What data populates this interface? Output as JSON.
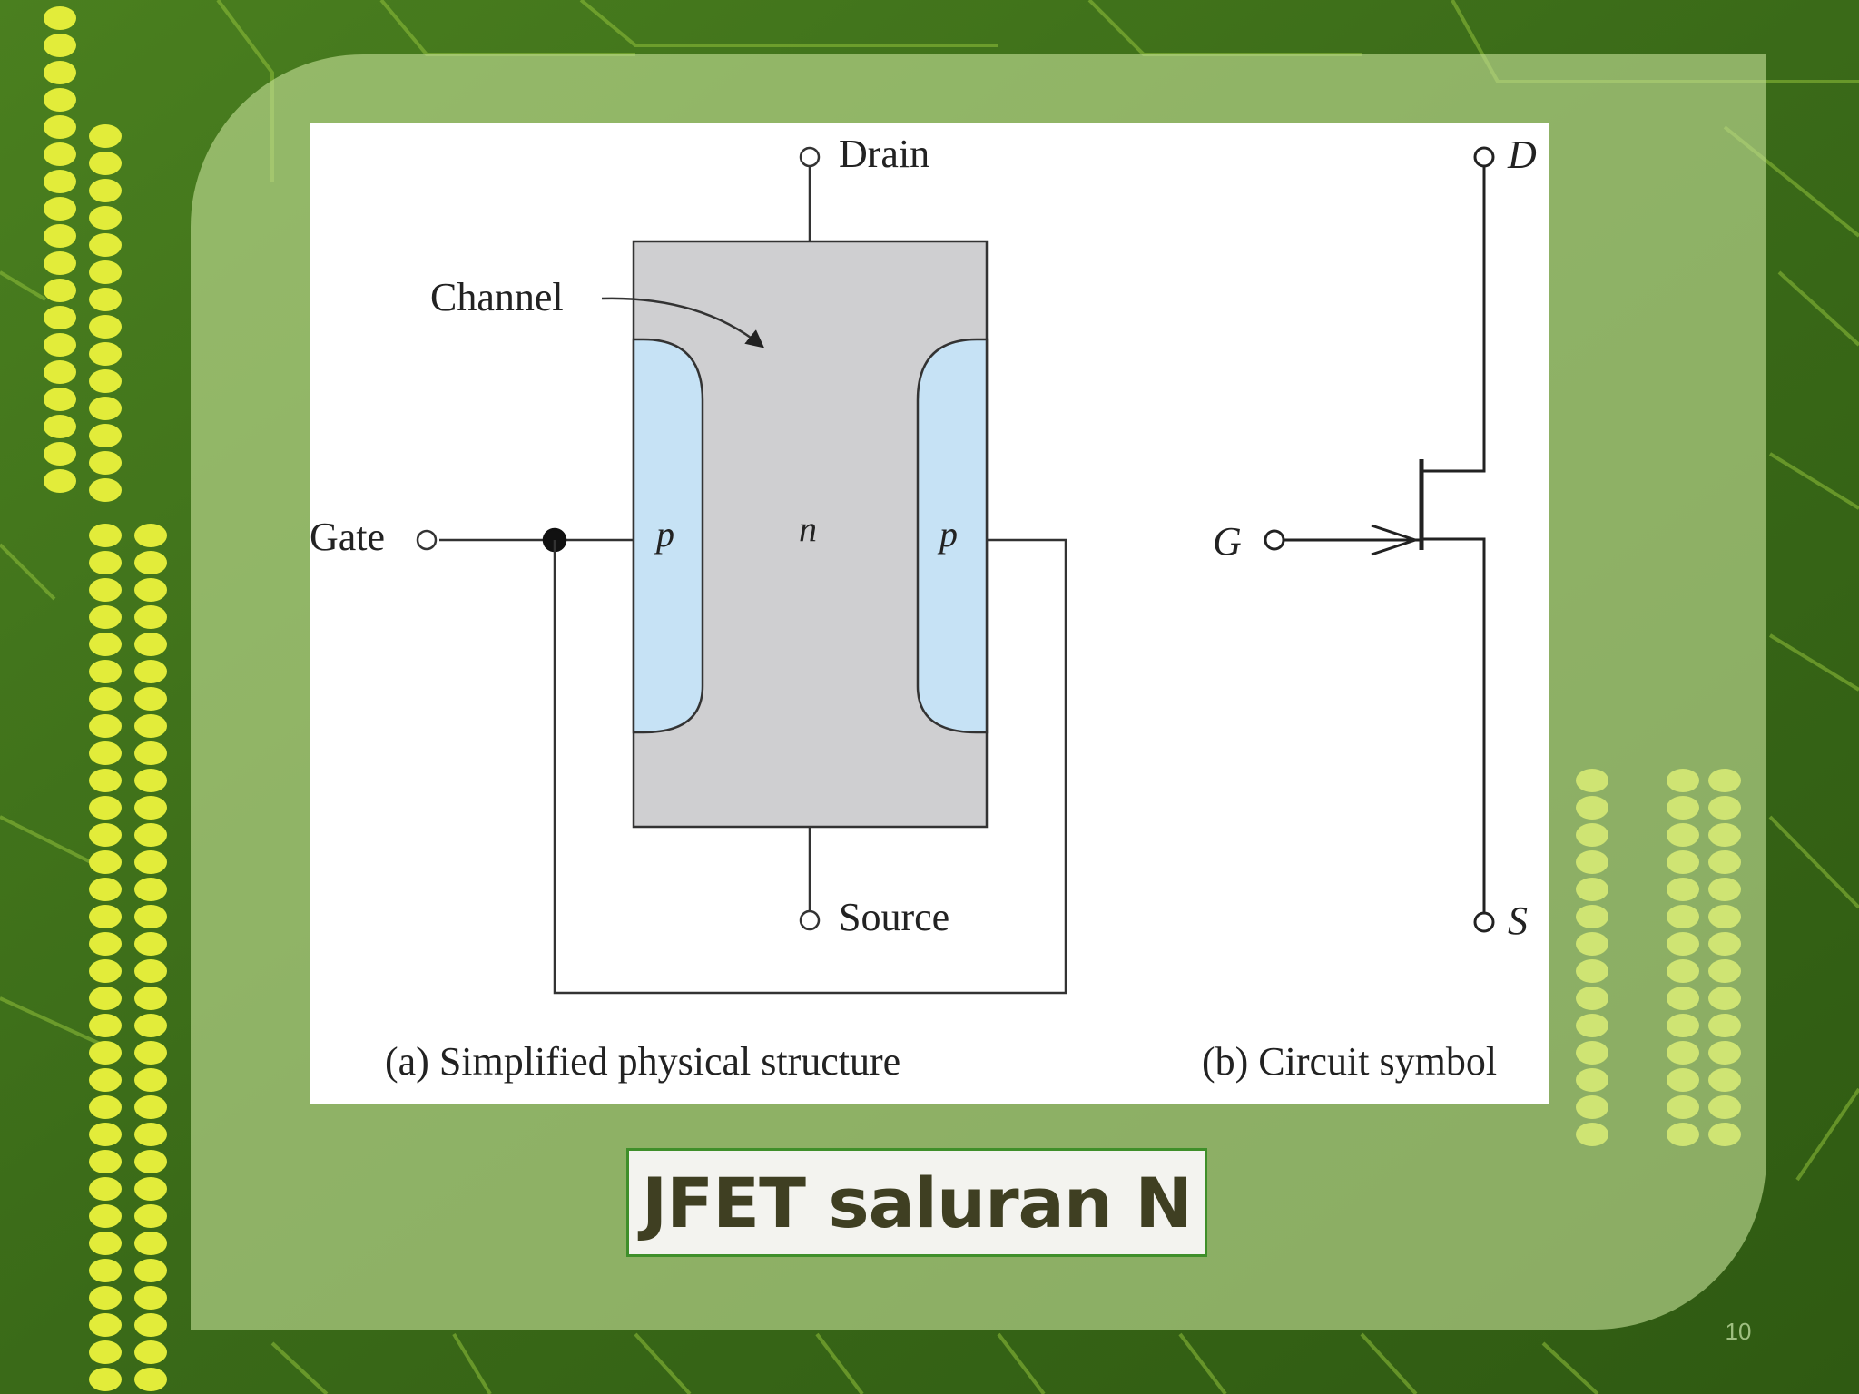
{
  "slide": {
    "title": "JFET saluran N",
    "page_number": "10"
  },
  "figure": {
    "physical_structure": {
      "drain_label": "Drain",
      "source_label": "Source",
      "gate_label": "Gate",
      "channel_label": "Channel",
      "p_left_label": "p",
      "n_label": "n",
      "p_right_label": "p",
      "caption": "(a) Simplified physical structure"
    },
    "circuit_symbol": {
      "d_label": "D",
      "s_label": "S",
      "g_label": "G",
      "caption": "(b) Circuit symbol"
    }
  },
  "colors": {
    "n_region": "#cfcfd1",
    "p_region": "#c6e2f5",
    "line": "#333333"
  }
}
